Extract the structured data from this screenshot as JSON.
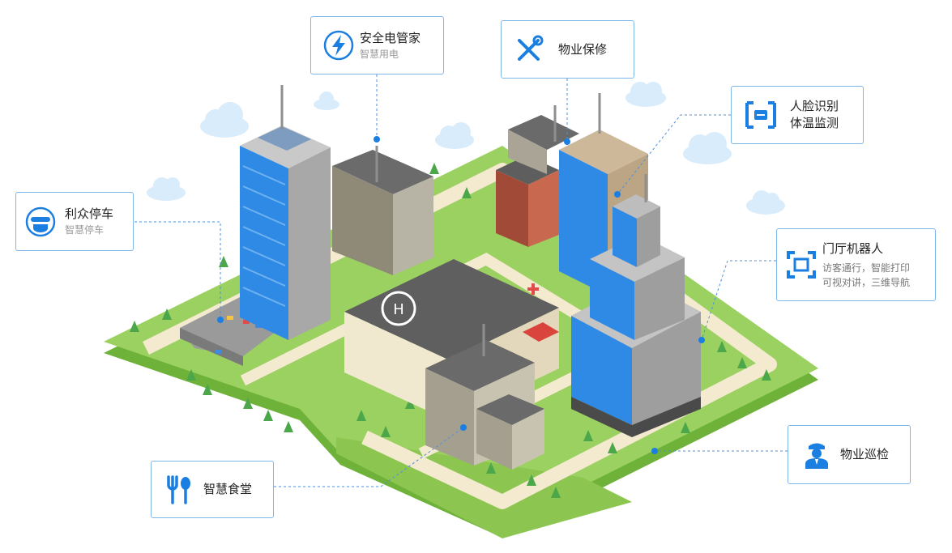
{
  "cards": {
    "electric": {
      "title": "安全电管家",
      "subtitle": "智慧用电",
      "icon": "lightning-bolt-icon"
    },
    "repair": {
      "title": "物业保修",
      "icon": "wrench-screwdriver-icon"
    },
    "face": {
      "title1": "人脸识别",
      "title2": "体温监测",
      "icon": "face-scan-icon"
    },
    "parking": {
      "title": "利众停车",
      "subtitle": "智慧停车",
      "icon": "parking-barrier-icon"
    },
    "robot": {
      "title": "门厅机器人",
      "desc1": "访客通行，智能打印",
      "desc2": "可视对讲，三维导航",
      "icon": "scan-frame-icon"
    },
    "canteen": {
      "title": "智慧食堂",
      "icon": "fork-spoon-icon"
    },
    "patrol": {
      "title": "物业巡检",
      "icon": "security-guard-icon"
    }
  },
  "colors": {
    "accent": "#1a7fe0",
    "card_border": "#7fb6ea",
    "grass": "#9bd160",
    "grass_side": "#6fb23a",
    "road": "#f3ead0",
    "glass": "#2f8ae5",
    "concrete": "#b9b9b9"
  }
}
